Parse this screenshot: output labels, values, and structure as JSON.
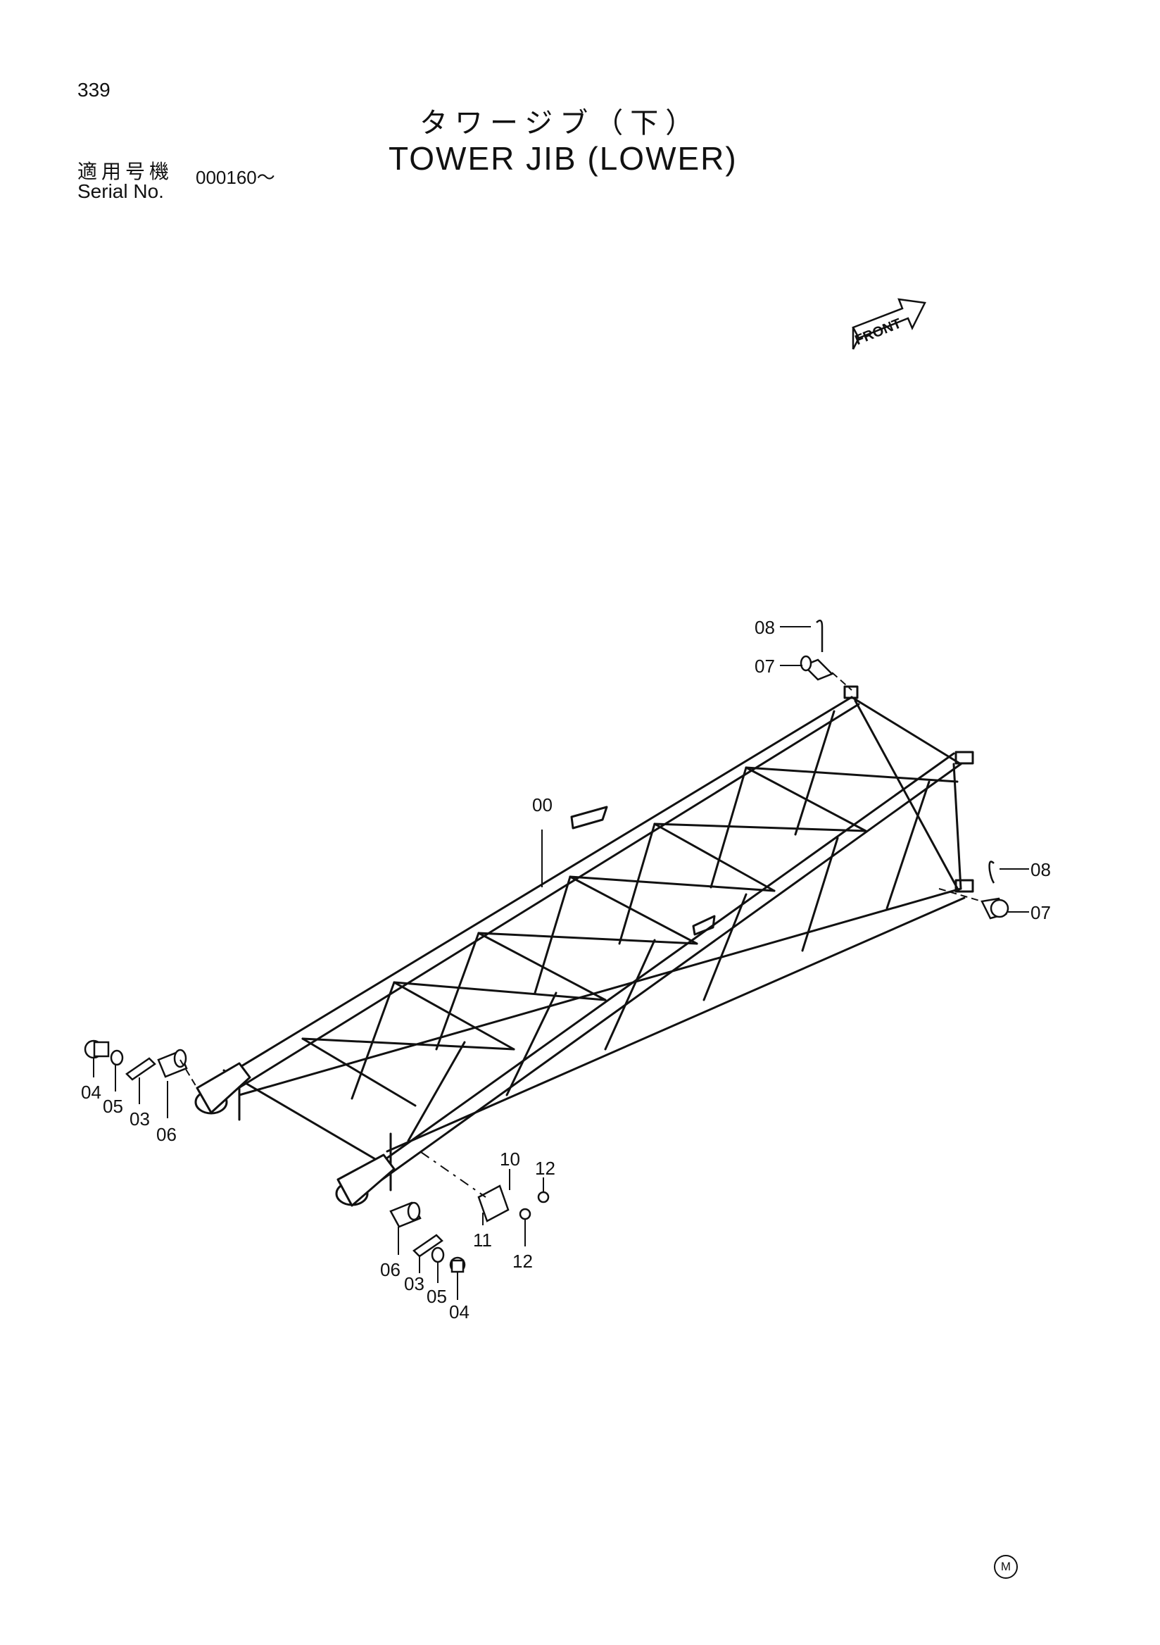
{
  "page_number": "339",
  "title_jp": "タワージブ（下）",
  "title_en": "TOWER JIB (LOWER)",
  "serial": {
    "label_jp": "適用号機",
    "label_en": "Serial No.",
    "value": "000160～"
  },
  "front_arrow_text": "FRONT",
  "corner_mark": "M",
  "callouts": {
    "c00": "00",
    "c03a": "03",
    "c03b": "03",
    "c04a": "04",
    "c04b": "04",
    "c05a": "05",
    "c05b": "05",
    "c06a": "06",
    "c06b": "06",
    "c07a": "07",
    "c07b": "07",
    "c08a": "08",
    "c08b": "08",
    "c10": "10",
    "c11": "11",
    "c12a": "12",
    "c12b": "12"
  }
}
